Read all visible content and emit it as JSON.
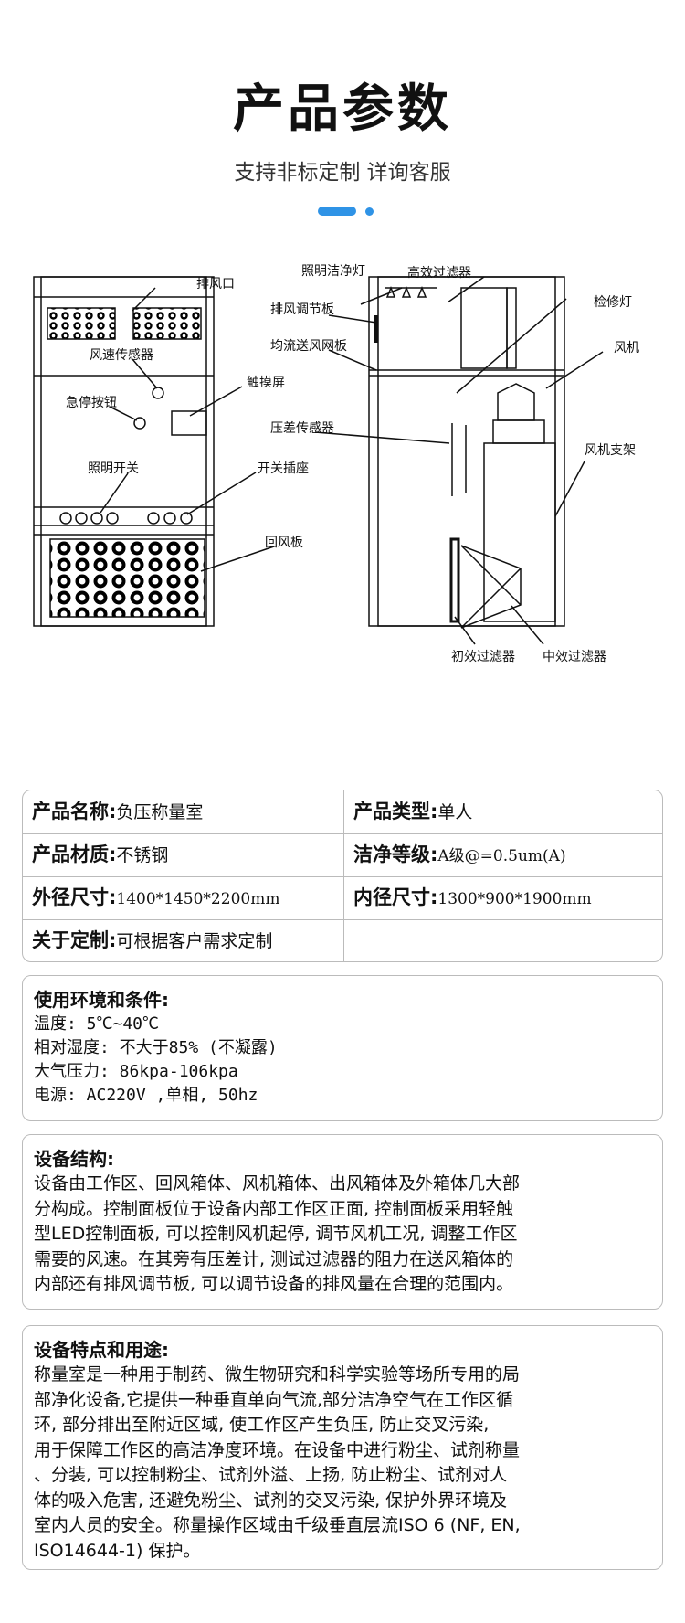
{
  "header": {
    "title": "产品参数",
    "subtitle": "支持非标定制 详询客服"
  },
  "diagram_labels": {
    "exhaust_port": "排风口",
    "wind_speed_sensor": "风速传感器",
    "emergency_stop": "急停按钮",
    "touch_screen": "触摸屏",
    "light_switch": "照明开关",
    "switch_socket": "开关插座",
    "return_air_plate": "回风板",
    "light_clean_lamp": "照明洁净灯",
    "hepa_filter": "高效过滤器",
    "exhaust_damper": "排风调节板",
    "maintenance_lamp": "检修灯",
    "uniform_flow_mesh": "均流送风网板",
    "fan": "风机",
    "pressure_sensor": "压差传感器",
    "fan_bracket": "风机支架",
    "primary_filter": "初效过滤器",
    "medium_filter": "中效过滤器"
  },
  "specs": [
    {
      "key": "产品名称",
      "sep": ":",
      "value": "负压称量室",
      "key2": "产品类型",
      "sep2": ":",
      "value2": "单人"
    },
    {
      "key": "产品材质",
      "sep": ":",
      "value": "不锈钢",
      "key2": "洁净等级",
      "sep2": ":",
      "value2": "A级@=0.5um(A)"
    },
    {
      "key": "外径尺寸",
      "sep": ":",
      "value": "1400*1450*2200mm",
      "key2": "内径尺寸",
      "sep2": ":",
      "value2": "1300*900*1900mm"
    },
    {
      "key": "关于定制",
      "sep": ":",
      "value": "可根据客户需求定制"
    }
  ],
  "environment": {
    "title": "使用环境和条件:",
    "lines": [
      "温度: 5℃~40℃",
      "相对湿度: 不大于85% (不凝露)",
      "大气压力: 86kpa-106kpa",
      "电源: AC220V ,单相, 50hz"
    ]
  },
  "structure": {
    "title": "设备结构:",
    "lines": [
      "设备由工作区、回风箱体、风机箱体、出风箱体及外箱体几大部",
      "分构成。控制面板位于设备内部工作区正面, 控制面板采用轻触",
      "型LED控制面板, 可以控制风机起停, 调节风机工况, 调整工作区",
      "需要的风速。在其旁有压差计, 测试过滤器的阻力在送风箱体的",
      "内部还有排风调节板, 可以调节设备的排风量在合理的范围内。"
    ]
  },
  "features": {
    "title": "设备特点和用途:",
    "lines": [
      "称量室是一种用于制药、微生物研究和科学实验等场所专用的局",
      "部净化设备,它提供一种垂直单向气流,部分洁净空气在工作区循",
      "环, 部分排出至附近区域, 使工作区产生负压, 防止交叉污染,",
      "用于保障工作区的高洁净度环境。在设备中进行粉尘、试剂称量",
      "、分装, 可以控制粉尘、试剂外溢、上扬, 防止粉尘、试剂对人",
      "体的吸入危害, 还避免粉尘、试剂的交叉污染, 保护外界环境及",
      "室内人员的安全。称量操作区域由千级垂直层流ISO 6 (NF, EN,",
      "ISO14644-1) 保护。"
    ]
  },
  "colors": {
    "accent": "#2f93e6",
    "border": "#bbbbbb",
    "text": "#111111"
  }
}
